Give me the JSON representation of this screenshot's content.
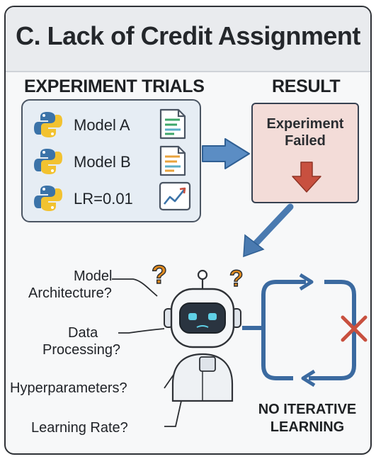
{
  "title": "C. Lack of Credit Assignment",
  "trials": {
    "heading": "EXPERIMENT TRIALS",
    "items": [
      {
        "label": "Model A",
        "icon": "document-icon"
      },
      {
        "label": "Model B",
        "icon": "document-icon"
      },
      {
        "label": "LR=0.01",
        "icon": "chart-icon"
      }
    ]
  },
  "result": {
    "heading": "RESULT",
    "line1": "Experiment",
    "line2": "Failed"
  },
  "questions": {
    "q1_line1": "Model",
    "q1_line2": "Architecture?",
    "q2_line1": "Data",
    "q2_line2": "Processing?",
    "q3": "Hyperparameters?",
    "q4": "Learning Rate?"
  },
  "conclusion": {
    "line1": "NO ITERATIVE",
    "line2": "LEARNING"
  },
  "colors": {
    "arrow_blue": "#4a7ab0",
    "fail_red": "#c8503f",
    "question_orange": "#e08a1e",
    "python_blue": "#3b73a8",
    "python_yellow": "#f2c230"
  }
}
